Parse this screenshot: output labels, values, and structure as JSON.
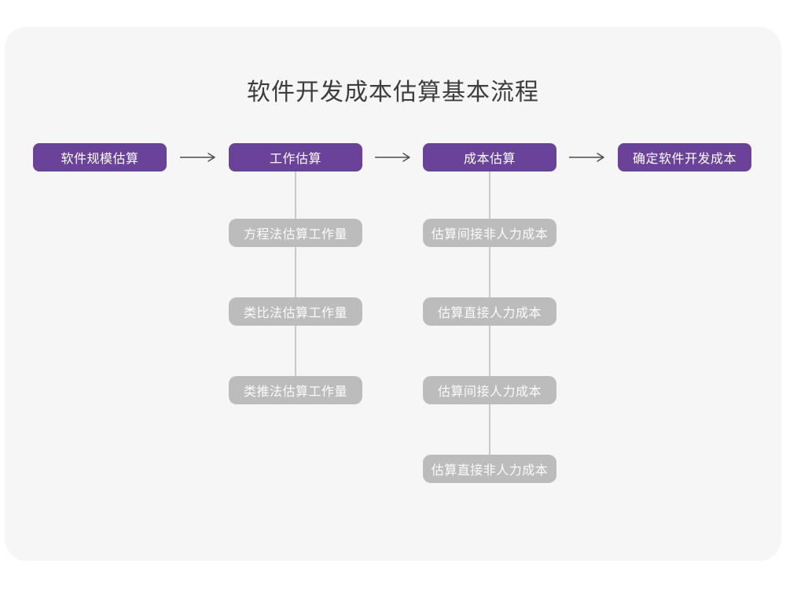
{
  "title": "软件开发成本估算基本流程",
  "colors": {
    "page_background": "#ffffff",
    "card_background": "#f6f6f7",
    "primary_node": "#6b4299",
    "secondary_node": "#bcbcbc",
    "connector_line": "#c9c9c9",
    "arrow": "#4d4d4d",
    "title_text": "#3d3d3d",
    "node_text": "#ffffff"
  },
  "flow": {
    "main_nodes": [
      {
        "label": "软件规模估算"
      },
      {
        "label": "工作估算"
      },
      {
        "label": "成本估算"
      },
      {
        "label": "确定软件开发成本"
      }
    ],
    "effort_children": [
      {
        "label": "方程法估算工作量"
      },
      {
        "label": "类比法估算工作量"
      },
      {
        "label": "类推法估算工作量"
      }
    ],
    "cost_children": [
      {
        "label": "估算间接非人力成本"
      },
      {
        "label": "估算直接人力成本"
      },
      {
        "label": "估算间接人力成本"
      },
      {
        "label": "估算直接非人力成本"
      }
    ]
  }
}
